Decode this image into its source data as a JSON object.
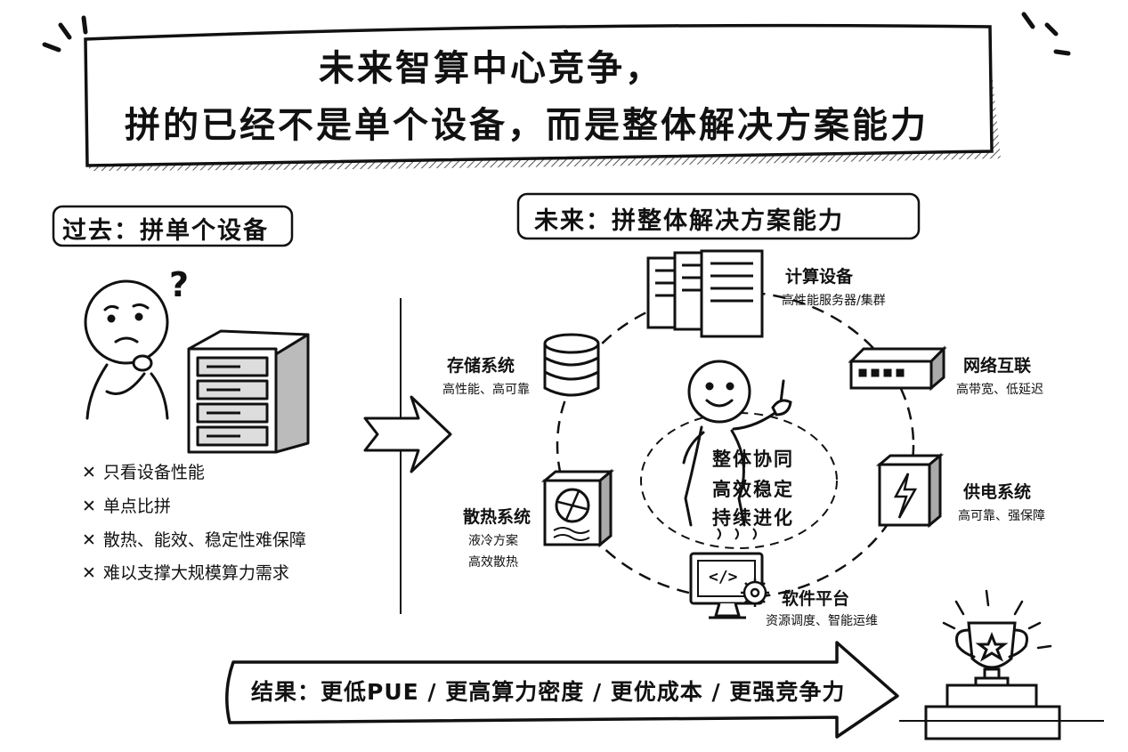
{
  "title": {
    "line1": "未来智算中心竞争，",
    "line2": "拼的已经不是单个设备，而是整体解决方案能力"
  },
  "past": {
    "label": "过去：拼单个设备",
    "question_mark": "?",
    "bullets": [
      "只看设备性能",
      "单点比拼",
      "散热、能效、稳定性难保障",
      "难以支撑大规模算力需求"
    ],
    "bullet_mark": "✕"
  },
  "future": {
    "label": "未来：拼整体解决方案能力",
    "center_lines": [
      "整体协同",
      "高效稳定",
      "持续进化"
    ],
    "components": {
      "compute": {
        "title": "计算设备",
        "subtitle": "高性能服务器/集群"
      },
      "network": {
        "title": "网络互联",
        "subtitle": "高带宽、低延迟"
      },
      "storage": {
        "title": "存储系统",
        "subtitle": "高性能、高可靠"
      },
      "power": {
        "title": "供电系统",
        "subtitle": "高可靠、强保障"
      },
      "cooling": {
        "title": "散热系统",
        "subtitle_lines": [
          "液冷方案",
          "高效散热"
        ]
      },
      "software": {
        "title": "软件平台",
        "subtitle": "资源调度、智能运维",
        "code_glyph": "</>"
      }
    }
  },
  "result": {
    "text": "结果：更低PUE / 更高算力密度 / 更优成本 / 更强竞争力"
  }
}
